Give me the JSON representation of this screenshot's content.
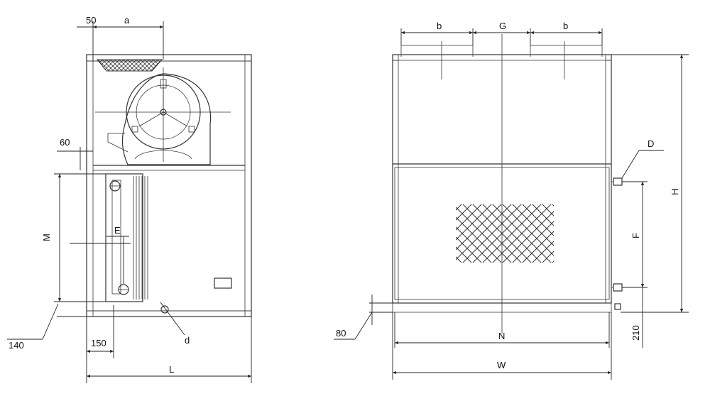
{
  "dimensions": {
    "a": "a",
    "b_left": "b",
    "b_right": "b",
    "G": "G",
    "d50": "50",
    "d60": "60",
    "M": "M",
    "E": "E",
    "d140": "140",
    "d150": "150",
    "d": "d",
    "L": "L",
    "D": "D",
    "H": "H",
    "F": "F",
    "d80": "80",
    "N": "N",
    "d210": "210",
    "W": "W"
  }
}
